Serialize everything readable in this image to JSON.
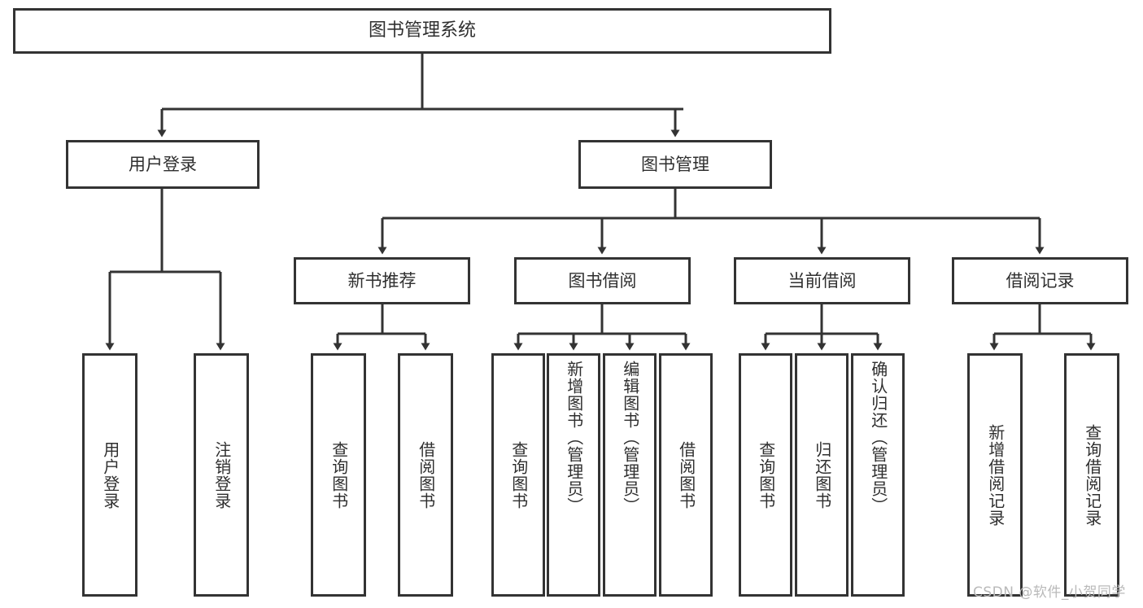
{
  "diagram": {
    "title": "图书管理系统",
    "watermark": "CSDN @软件_小贺同学",
    "line_color": "#333333",
    "text_color": "#2f2f2f",
    "background": "#ffffff",
    "nodes": {
      "root": "图书管理系统",
      "user_login": "用户登录",
      "book_manage": "图书管理",
      "new_book_rec": "新书推荐",
      "book_borrow": "图书借阅",
      "current_borrow": "当前借阅",
      "borrow_record": "借阅记录",
      "leaf_user_login": "用户登录",
      "leaf_logout_login": "注销登录",
      "leaf_query_book_a": "查询图书",
      "leaf_borrow_book_a": "借阅图书",
      "leaf_query_book_b": "查询图书",
      "leaf_add_book_admin": "新增图书（管理员）",
      "leaf_edit_book_admin": "编辑图书（管理员）",
      "leaf_borrow_book_b": "借阅图书",
      "leaf_query_book_c": "查询图书",
      "leaf_return_book": "归还图书",
      "leaf_confirm_return_admin": "确认归还（管理员）",
      "leaf_add_borrow_record": "新增借阅记录",
      "leaf_query_borrow_record": "查询借阅记录"
    }
  }
}
